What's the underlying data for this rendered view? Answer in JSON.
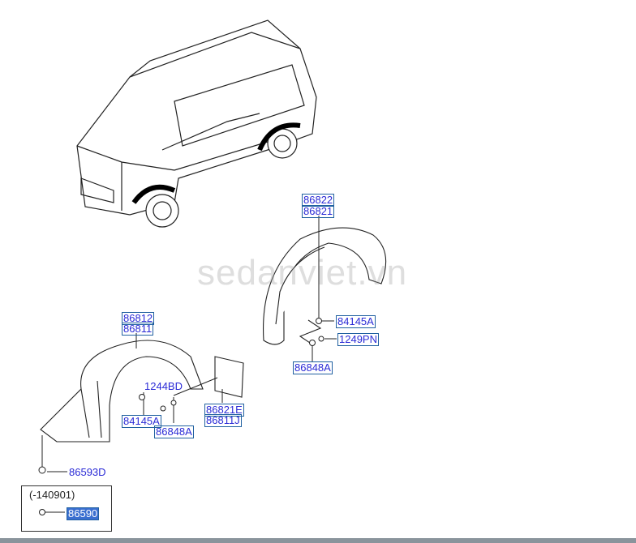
{
  "watermark": "sedanviet.vn",
  "labels": {
    "rear_upper": "86822",
    "rear_lower": "86821",
    "rear_nut": "84145A",
    "rear_screw": "1249PN",
    "rear_clip": "86848A",
    "front_upper": "86812",
    "front_lower": "86811",
    "front_bolt": "1244BD",
    "front_nut": "84145A",
    "front_clip": "86848A",
    "flap_upper": "86821E",
    "flap_lower": "86811J",
    "front_fastener": "86593D"
  },
  "note": {
    "range": "(-140901)",
    "part": "86590"
  }
}
